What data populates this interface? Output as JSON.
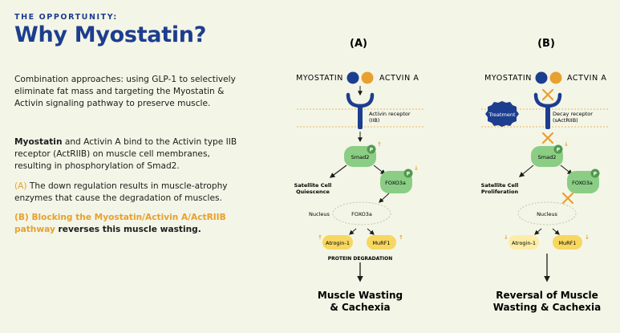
{
  "header": {
    "eyebrow": "THE OPPORTUNITY:",
    "title": "Why Myostatin?"
  },
  "text": {
    "p1": "Combination approaches: using GLP-1 to selectively eliminate fat mass and targeting the Myostatin & Activin signaling pathway to preserve muscle.",
    "p2_bold": "Myostatin",
    "p2_rest": " and Activin A bind to the Activin type IIB receptor (ActRIIB) on muscle cell membranes, resulting in phosphorylation of Smad2.",
    "p3_tag": "(A)",
    "p3_rest": " The down regulation results in muscle-atrophy enzymes that cause the degradation of muscles.",
    "p4_tag": "(B)",
    "p4_orange": " Blocking the Myostatin/Activin A/ActRIIB pathway",
    "p4_rest": " reverses this muscle wasting."
  },
  "panel_a": {
    "label": "(A)",
    "myostatin": "MYOSTATIN",
    "activin": "ACTVIN A",
    "receptor_l1": "Activin receptor",
    "receptor_l2": "(IIB)",
    "smad2": "Smad2",
    "p": "P",
    "fate_l1": "Satellite Cell",
    "fate_l2": "Quiescence",
    "foxo3a": "FOXO3a",
    "nucleus": "Nucleus",
    "nucleus_foxo": "FOXO3a",
    "atrogin": "Atrogin-1",
    "murf": "MuRF1",
    "protein": "PROTEIN DEGRADATION",
    "outcome_l1": "Muscle Wasting",
    "outcome_l2": "& Cachexia"
  },
  "panel_b": {
    "label": "(B)",
    "myostatin": "MYOSTATIN",
    "activin": "ACTVIN A",
    "treatment": "Treatment",
    "receptor_l1": "Decay receptor",
    "receptor_l2": "(sActRIIB)",
    "smad2": "Smad2",
    "p": "P",
    "fate_l1": "Satellite Cell",
    "fate_l2": "Proliferation",
    "foxo3a": "FOXO3a",
    "nucleus": "Nucleus",
    "atrogin": "Atrogin-1",
    "murf": "MuRF1",
    "outcome_l1": "Reversal of Muscle",
    "outcome_l2": "Wasting & Cachexia"
  },
  "colors": {
    "navy": "#1d3d8f",
    "orange": "#e8a02f",
    "green": "#8ccd86",
    "green_dark": "#4f9a4d",
    "yellow": "#f7d75f",
    "yellow_light": "#fbeca6",
    "background": "#f3f5e6"
  }
}
